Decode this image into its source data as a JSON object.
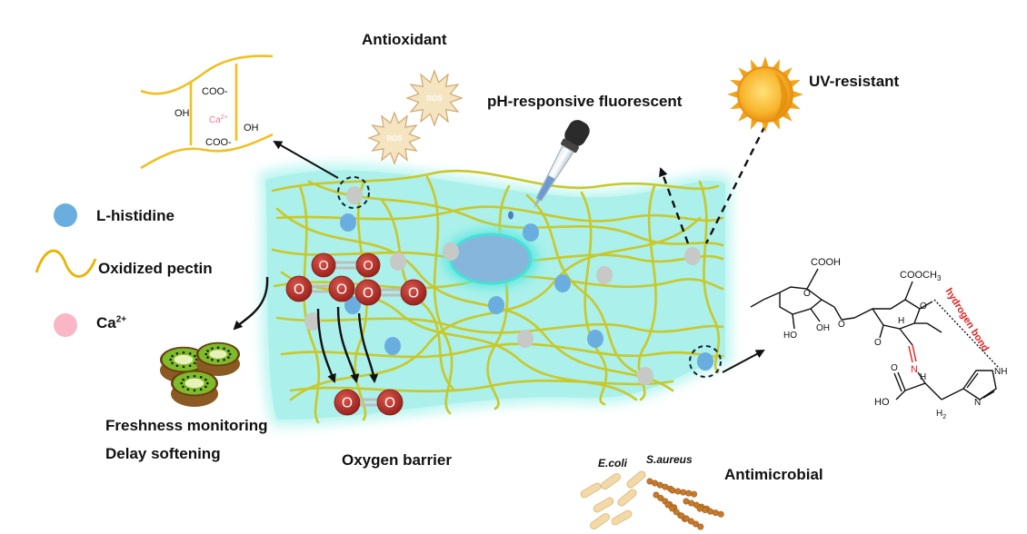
{
  "labels": {
    "antioxidant": "Antioxidant",
    "ph_fluorescent": "pH-responsive fluorescent",
    "uv_resistant": "UV-resistant",
    "freshness_monitoring": "Freshness monitoring",
    "delay_softening": "Delay softening",
    "oxygen_barrier": "Oxygen barrier",
    "antimicrobial": "Antimicrobial"
  },
  "legend": {
    "histidine": "L-histidine",
    "oxidized_pectin": "Oxidized pectin",
    "calcium": "Ca",
    "calcium_sup": "2+"
  },
  "ros": {
    "label": "ROS"
  },
  "oxygen": {
    "atom": "O"
  },
  "bacteria": {
    "ecoli": "E.coli",
    "saureus": "S.aureus"
  },
  "inset_calcium": {
    "coo_top": "COO-",
    "oh_left": "OH",
    "ca": "Ca",
    "ca_sup": "2+",
    "oh_right": "OH",
    "coo_bottom": "COO-"
  },
  "inset_structure": {
    "cooh_top": "COOH",
    "cooch3": "COOCH",
    "cooch3_sub": "3",
    "ho_left": "HO",
    "oh_mid": "OH",
    "o_ring1": "O",
    "o_ring2": "O",
    "o_link": "O",
    "o_ald": "O",
    "h_ald": "H",
    "n_imine": "N",
    "o_acid": "O",
    "ho_acid": "HO",
    "ch": "H",
    "h2": "H",
    "h2_sub": "2",
    "nh": "NH",
    "n_ring": "N",
    "hydrogen_bond": "hydrogen bond"
  },
  "colors": {
    "film": "#a8f0ea",
    "fiber": "#c8c82a",
    "histidine": "#6aaee0",
    "calcium": "#f8b6c6",
    "grey_dot": "#c6c9c6",
    "oxygen": "#b52d26",
    "ros": "#f5e4c0",
    "sun": "#f5a623",
    "hbond_text": "#e02020",
    "imine_n": "#e02020",
    "pectin_line": "#f0c020"
  }
}
